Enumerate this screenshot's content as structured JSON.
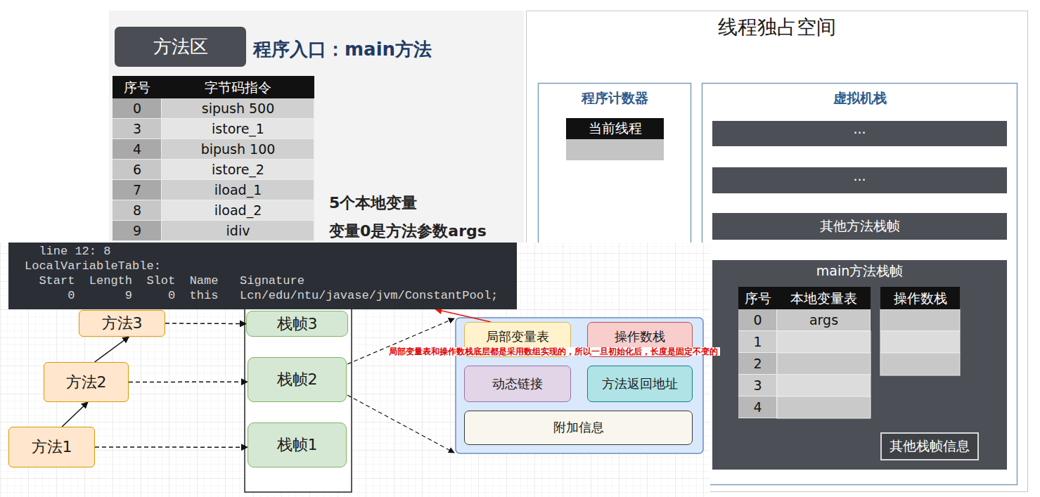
{
  "diagram": {
    "nodes": [
      {
        "text": [
          "方法区"
        ]
      },
      {
        "text": [
          "线程独占空间"
        ]
      },
      {
        "text": [
          "程序计数器"
        ],
        "in": 1
      },
      {
        "text": [
          "当前线程"
        ],
        "in": 2
      },
      {
        "text": [
          "虚拟机栈"
        ],
        "in": 1
      },
      {
        "text": [
          "···"
        ],
        "in": 4
      },
      {
        "text": [
          "···"
        ],
        "in": 4
      },
      {
        "text": [
          "其他方法栈帧"
        ],
        "in": 4
      },
      {
        "text": [
          "main方法栈帧"
        ],
        "in": 4
      },
      {
        "text": [
          "其他栈帧信息"
        ],
        "in": 8
      },
      {
        "text": [
          "line 12: 8",
          "LocalVariableTable:",
          "Start  Length  Slot  Name   Signature",
          "0       9     0  this   Lcn/edu/ntu/javase/jvm/ConstantPool;"
        ]
      },
      {
        "text": [
          "方法3"
        ]
      },
      {
        "text": [
          "方法2"
        ]
      },
      {
        "text": [
          "方法1"
        ]
      },
      {
        "text": [
          "栈帧3"
        ]
      },
      {
        "text": [
          "栈帧2"
        ]
      },
      {
        "text": [
          "栈帧1"
        ]
      },
      {
        "text": [
          "局部变量表"
        ]
      },
      {
        "text": [
          "操作数栈"
        ]
      },
      {
        "text": [
          "动态链接"
        ]
      },
      {
        "text": [
          "方法返回地址"
        ]
      },
      {
        "text": [
          "附加信息"
        ]
      }
    ],
    "edges": [
      {
        "from": 13,
        "to": 12,
        "arrow": "to"
      },
      {
        "from": 12,
        "to": 11,
        "arrow": "to"
      },
      {
        "from": 11,
        "to": 14,
        "arrow": "to"
      },
      {
        "from": 12,
        "to": 15,
        "arrow": "to"
      },
      {
        "from": 13,
        "to": 16,
        "arrow": "to"
      },
      {
        "from": 17,
        "to": 10,
        "arrow": "to"
      }
    ],
    "labels": [
      "程序入口：main方法",
      "序号",
      "字节码指令",
      "0",
      "sipush 500",
      "3",
      "istore_1",
      "4",
      "bipush 100",
      "6",
      "istore_2",
      "7",
      "iload_1",
      "8",
      "iload_2",
      "9",
      "idiv",
      "5个本地变量",
      "变量0是方法参数args",
      "序号",
      "本地变量表",
      "操作数栈",
      "0",
      "args",
      "1",
      "2",
      "3",
      "4",
      "局部变量表和操作数栈底层都是采用数组实现的，所以一旦初始化后，长度是固定不变的"
    ]
  }
}
